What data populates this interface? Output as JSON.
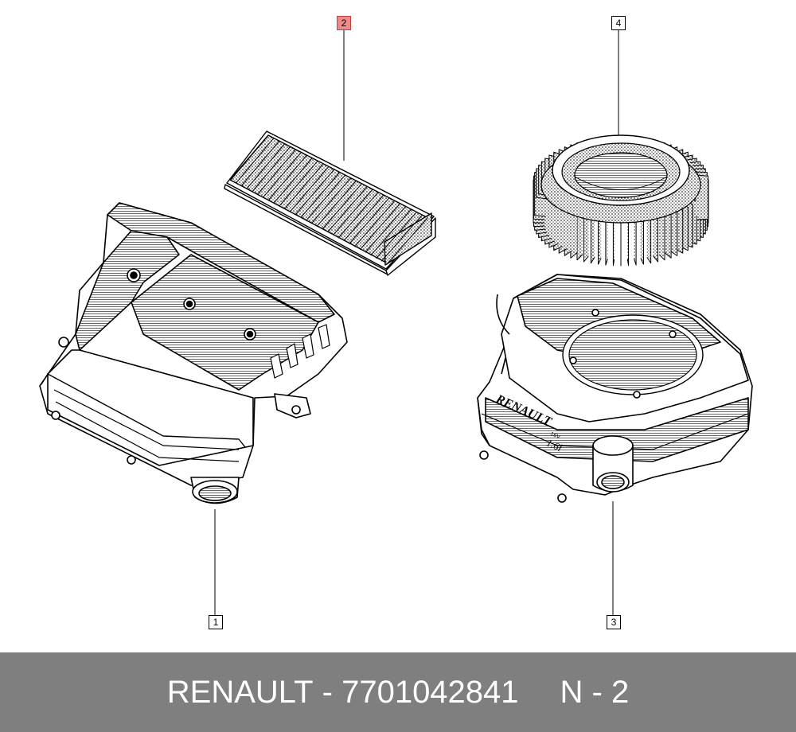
{
  "diagram": {
    "callouts": [
      {
        "label": "2",
        "highlighted": true
      },
      {
        "label": "4",
        "highlighted": false
      },
      {
        "label": "1",
        "highlighted": false
      },
      {
        "label": "3",
        "highlighted": false
      }
    ],
    "highlight_color": "#f08a8a",
    "casing_markings": {
      "brand": "RENAULT",
      "engine": "1.6l",
      "small_text": "16V"
    }
  },
  "footer": {
    "brand": "RENAULT",
    "separator": "-",
    "part_number": "7701042841",
    "page_ref": "N - 2",
    "background": "#7f7f7f"
  }
}
